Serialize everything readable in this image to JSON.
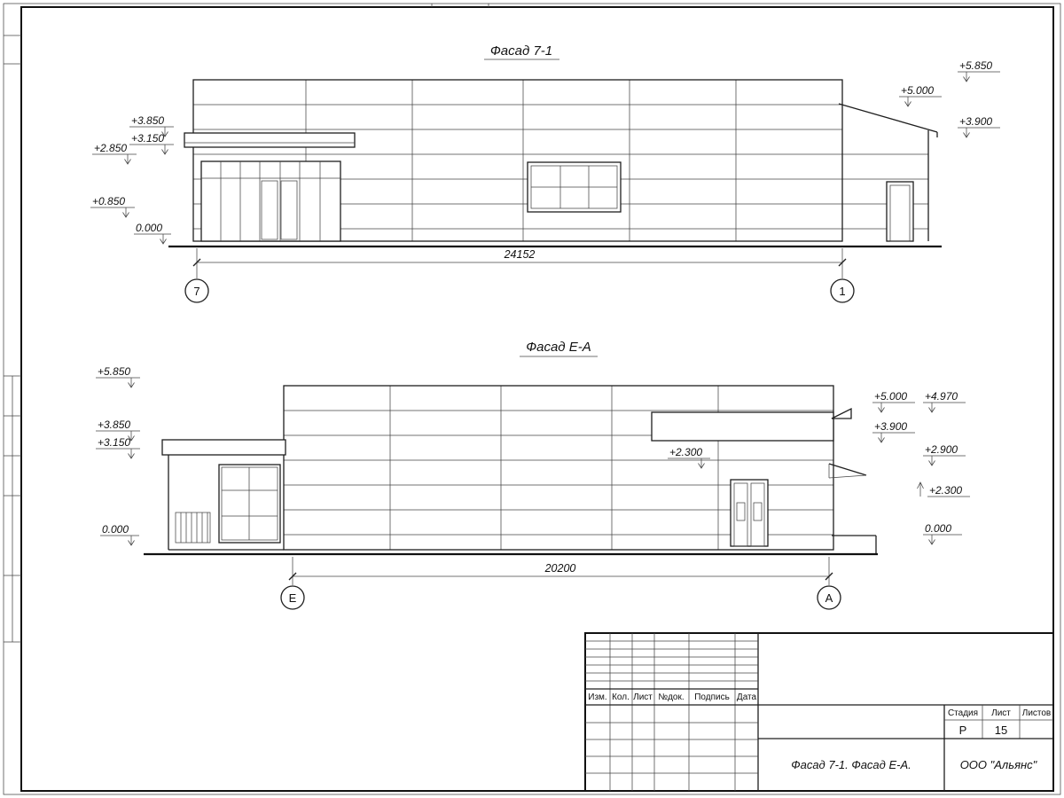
{
  "sheet": {
    "facade_top": {
      "title": "Фасад 7-1",
      "dimension": "24152",
      "axis_left": "7",
      "axis_right": "1",
      "marks_left": [
        "+3.850",
        "+3.150",
        "+2.850",
        "+0.850",
        "0.000"
      ],
      "marks_right": [
        "+5.850",
        "+5.000",
        "+3.900"
      ]
    },
    "facade_bottom": {
      "title": "Фасад Е-А",
      "dimension": "20200",
      "axis_left": "Е",
      "axis_right": "А",
      "marks_left": [
        "+5.850",
        "+3.850",
        "+3.150",
        "0.000"
      ],
      "mark_middle": "+2.300",
      "marks_right_inner": [
        "+5.000",
        "+3.900"
      ],
      "marks_right_outer": [
        "+4.970",
        "+2.900",
        "+2.300",
        "0.000"
      ]
    },
    "title_block": {
      "columns": [
        "Изм.",
        "Кол.",
        "Лист",
        "№док.",
        "Подпись",
        "Дата"
      ],
      "stage_label": "Стадия",
      "sheet_label": "Лист",
      "sheets_label": "Листов",
      "stage_value": "Р",
      "sheet_value": "15",
      "doc_title": "Фасад 7-1. Фасад Е-А.",
      "company": "ООО \"Альянс\""
    }
  }
}
